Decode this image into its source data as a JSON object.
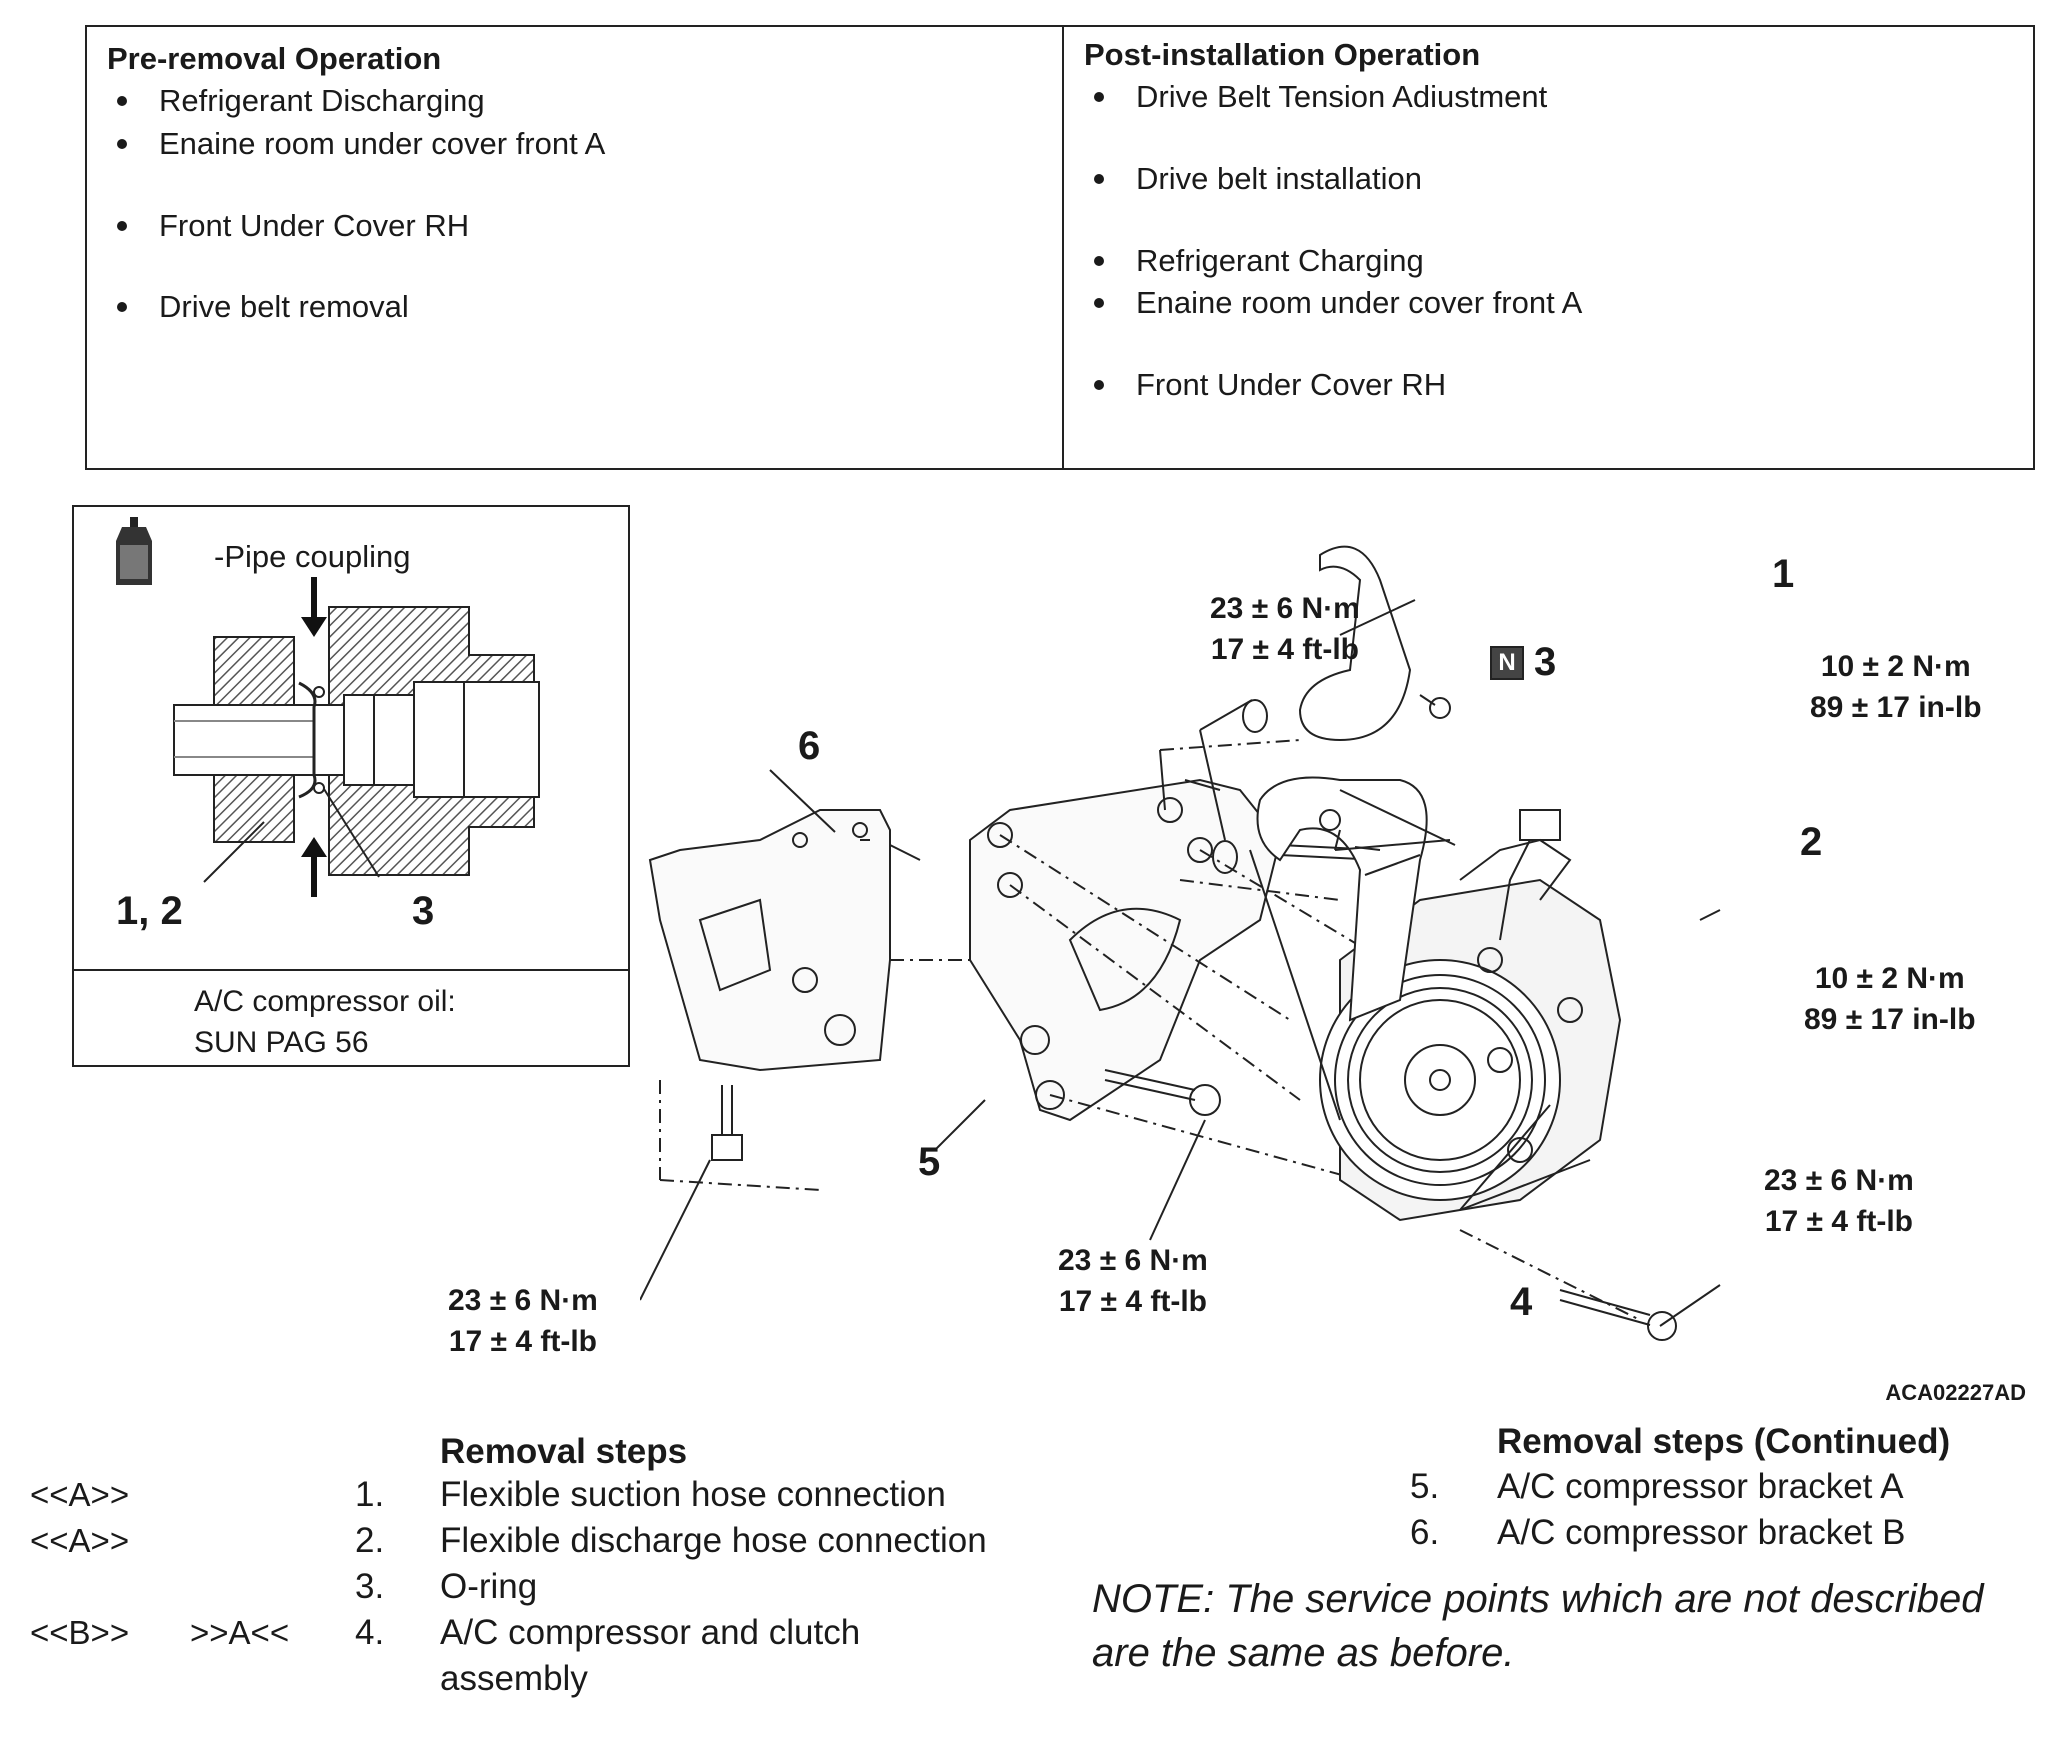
{
  "pre_removal": {
    "title": "Pre-removal Operation",
    "items": [
      "Refrigerant Discharging",
      "Enaine room under cover front A",
      "Front Under Cover RH",
      "Drive belt removal"
    ]
  },
  "post_installation": {
    "title": "Post-installation Operation",
    "items": [
      "Drive Belt Tension Adiustment",
      "Drive belt installation",
      "Refrigerant Charging",
      "Enaine room under cover front A",
      "Front Under Cover RH"
    ]
  },
  "inset": {
    "pipe_label": "-Pipe coupling",
    "label_12": "1, 2",
    "label_3": "3",
    "oil_line1": "A/C compressor oil:",
    "oil_line2": "SUN PAG 56"
  },
  "figure": {
    "callouts": {
      "c1": "1",
      "c2": "2",
      "c3": "3",
      "c4": "4",
      "c5": "5",
      "c6": "6"
    },
    "new_part_mark": "N",
    "torque": {
      "t_top_nm": "23 ± 6 N·m",
      "t_top_ft": "17 ± 4 ft-lb",
      "t_1_nm": "10 ± 2 N·m",
      "t_1_in": "89 ± 17 in-lb",
      "t_2_nm": "10 ± 2 N·m",
      "t_2_in": "89 ± 17 in-lb",
      "t_br_nm": "23 ± 6 N·m",
      "t_br_ft": "17 ± 4 ft-lb",
      "t_bm_nm": "23 ± 6 N·m",
      "t_bm_ft": "17 ± 4 ft-lb",
      "t_bl_nm": "23 ± 6 N·m",
      "t_bl_ft": "17 ± 4 ft-lb"
    },
    "code": "ACA02227AD"
  },
  "steps": {
    "title": "Removal steps",
    "title_cont": "Removal steps (Continued)",
    "list": [
      {
        "mark": "<<A>>",
        "mark2": "",
        "num": "1.",
        "text": "Flexible suction hose connection"
      },
      {
        "mark": "<<A>>",
        "mark2": "",
        "num": "2.",
        "text": "Flexible discharge hose connection"
      },
      {
        "mark": "",
        "mark2": "",
        "num": "3.",
        "text": "O-ring"
      },
      {
        "mark": "<<B>>",
        "mark2": ">>A<<",
        "num": "4.",
        "text": "A/C compressor and clutch"
      }
    ],
    "step4_cont": "assembly",
    "list_cont": [
      {
        "num": "5.",
        "text": "A/C compressor bracket A"
      },
      {
        "num": "6.",
        "text": "A/C compressor bracket B"
      }
    ],
    "note": "NOTE: The service points which are not described are the same as before."
  }
}
